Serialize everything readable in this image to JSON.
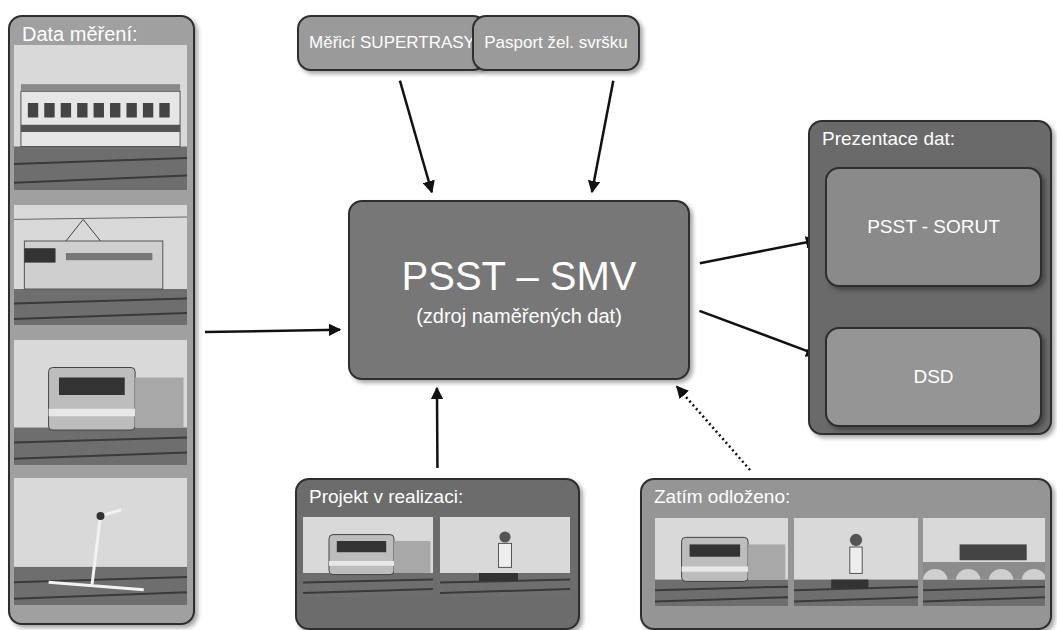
{
  "diagram": {
    "nodes": [
      {
        "text": [
          "Data měření:"
        ]
      },
      {
        "text": [
          "Měřicí SUPERTRASY"
        ]
      },
      {
        "text": [
          "Pasport žel. svršku"
        ]
      },
      {
        "text": [
          "PSST – SMV",
          "(zdroj naměřených dat)"
        ]
      },
      {
        "text": [
          "Prezentace dat:"
        ]
      },
      {
        "text": [
          "PSST - SORUT"
        ],
        "in": 4
      },
      {
        "text": [
          "DSD"
        ],
        "in": 4
      },
      {
        "text": [
          "Projekt v realizaci:"
        ]
      },
      {
        "text": [
          "Zatím odloženo:"
        ]
      }
    ],
    "edges": [
      {
        "from": 0,
        "to": 3,
        "arrow": "to"
      },
      {
        "from": 1,
        "to": 3,
        "arrow": "to"
      },
      {
        "from": 2,
        "to": 3,
        "arrow": "to"
      },
      {
        "from": 3,
        "to": 5,
        "arrow": "to"
      },
      {
        "from": 3,
        "to": 6,
        "arrow": "to"
      },
      {
        "from": 7,
        "to": 3,
        "arrow": "to"
      },
      {
        "from": 8,
        "to": 3,
        "arrow": "to"
      }
    ]
  }
}
